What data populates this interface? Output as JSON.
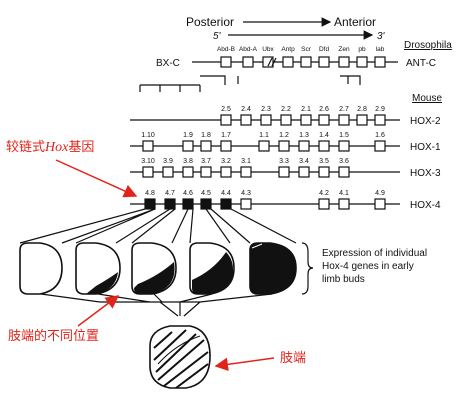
{
  "header": {
    "posterior": "Posterior",
    "anterior": "Anterior",
    "five_prime": "5'",
    "three_prime": "3'"
  },
  "fly": {
    "species": "Drosophila",
    "bxc": "BX-C",
    "antc": "ANT-C",
    "genes": [
      "Abd-B",
      "Abd-A",
      "Ubx",
      "Antp",
      "Scr",
      "Dfd",
      "Zen",
      "pb",
      "lab"
    ]
  },
  "mouse": {
    "species": "Mouse",
    "clusters": [
      {
        "name": "HOX-2",
        "labels": [
          "2.5",
          "2.4",
          "2.3",
          "2.2",
          "2.1",
          "2.6",
          "2.7",
          "2.8",
          "2.9"
        ]
      },
      {
        "name": "HOX-1",
        "labels": [
          "1.10",
          "1.9",
          "1.8",
          "1.7",
          "1.1",
          "1.2",
          "1.3",
          "1.4",
          "1.5",
          "1.6"
        ]
      },
      {
        "name": "HOX-3",
        "labels": [
          "3.10",
          "3.9",
          "3.8",
          "3.7",
          "3.2",
          "3.1",
          "3.3",
          "3.4",
          "3.5",
          "3.6"
        ]
      },
      {
        "name": "HOX-4",
        "labels": [
          "4.8",
          "4.7",
          "4.6",
          "4.5",
          "4.4",
          "4.3",
          "4.2",
          "4.1",
          "4.9"
        ]
      }
    ]
  },
  "expression_note": [
    "Expression of individual",
    "Hox-4 genes in early",
    "limb buds"
  ],
  "annotations": {
    "chain_label_prefix": "较链式",
    "chain_label_italic": "Hox",
    "chain_label_suffix": "基因",
    "positions": "肢端的不同位置",
    "limb_end": "肢端"
  },
  "colors": {
    "annotation": "#e2231a",
    "ink": "#111111"
  }
}
